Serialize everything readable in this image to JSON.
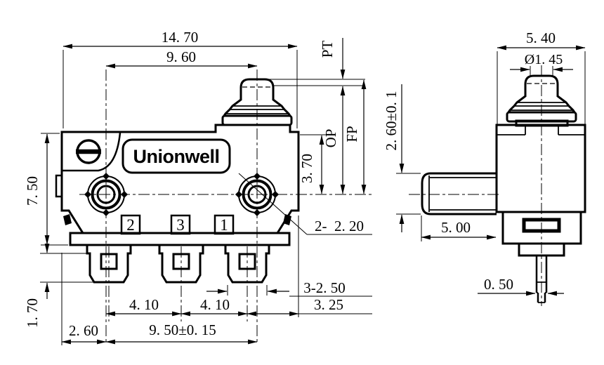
{
  "drawing": {
    "brand": "Unionwell",
    "colors": {
      "line": "#000000",
      "background": "#ffffff"
    },
    "front": {
      "terminals": [
        "2",
        "3",
        "1"
      ],
      "dim_total_width": "14. 70",
      "dim_plunger_offset": "9. 60",
      "label_pt": "PT",
      "label_op": "OP",
      "label_fp": "FP",
      "dim_op_height": "3. 70",
      "dim_body_height": "7. 50",
      "dim_terminal_length": "1. 70",
      "dim_edge_to_hole": "2. 60",
      "dim_pitch_a": "4. 10",
      "dim_pitch_b": "4. 10",
      "dim_hole_span": "9. 50±0. 15",
      "note_holes": "2-  2. 20",
      "note_terminals": "3-2. 50",
      "dim_cl_to_edge": "3. 25"
    },
    "side": {
      "dim_width": "5. 40",
      "dim_plunger_dia": "Ø1. 45",
      "dim_boss_dia": "2. 60±0. 1",
      "dim_boss_length": "5. 00",
      "dim_pin_width": "0. 50"
    }
  }
}
